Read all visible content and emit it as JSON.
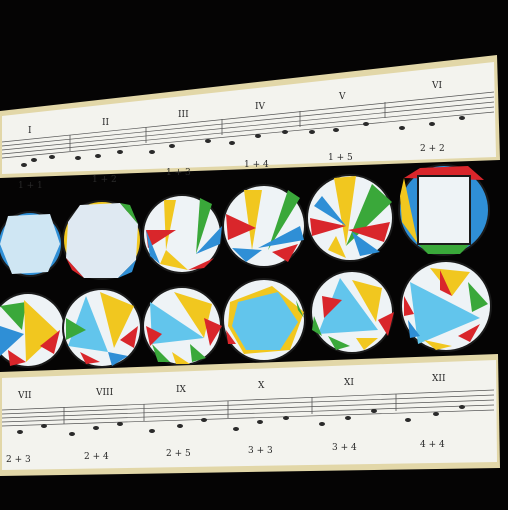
{
  "top_strip": {
    "numerals": [
      "I",
      "II",
      "III",
      "IV",
      "V",
      "VI"
    ],
    "intervals": [
      "1 + 1",
      "1 + 2",
      "1 + 3",
      "1 + 4",
      "1 + 5",
      "2 + 2"
    ]
  },
  "bottom_strip": {
    "numerals": [
      "VII",
      "VIII",
      "IX",
      "X",
      "XI",
      "XII"
    ],
    "intervals": [
      "2 + 3",
      "2 + 4",
      "2 + 5",
      "3 + 3",
      "3 + 4",
      "4 + 4"
    ]
  },
  "colors": {
    "background": "#050404",
    "paper": "#f3f3ee",
    "paper_edge": "#e2d7a8",
    "red": "#d9262b",
    "yellow": "#f1c71f",
    "green": "#3aa83a",
    "blue": "#2f8fd6",
    "light_blue": "#62c5ec",
    "white_glass": "#eef3f6"
  }
}
